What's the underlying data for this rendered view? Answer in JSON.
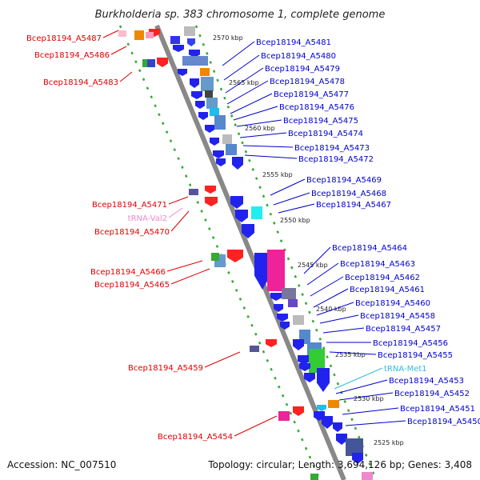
{
  "title": "Burkholderia sp. 383 chromosome 1, complete genome",
  "footer": {
    "accession": "Accession: NC_007510",
    "topology": "Topology: circular; Length: 3,694,126 bp; Genes: 3,408"
  },
  "colors": {
    "left_label": "#dd0000",
    "right_label": "#0000cc",
    "trna_label_left": "#ee88cc",
    "trna_label_right": "#33bbdd",
    "backbone": "#888888",
    "guide_dots": "#33aa33"
  },
  "kbp_ticks": [
    "2570 kbp",
    "2565 kbp",
    "2560 kbp",
    "2555 kbp",
    "2550 kbp",
    "2545 kbp",
    "2540 kbp",
    "2535 kbp",
    "2530 kbp",
    "2525 kbp"
  ],
  "left_labels": [
    {
      "text": "Bcep18194_A5487",
      "kind": "gene"
    },
    {
      "text": "Bcep18194_A5486",
      "kind": "gene"
    },
    {
      "text": "Bcep18194_A5483",
      "kind": "gene"
    },
    {
      "text": "Bcep18194_A5471",
      "kind": "gene"
    },
    {
      "text": "tRNA-Val2",
      "kind": "trna"
    },
    {
      "text": "Bcep18194_A5470",
      "kind": "gene"
    },
    {
      "text": "Bcep18194_A5466",
      "kind": "gene"
    },
    {
      "text": "Bcep18194_A5465",
      "kind": "gene"
    },
    {
      "text": "Bcep18194_A5459",
      "kind": "gene"
    },
    {
      "text": "Bcep18194_A5454",
      "kind": "gene"
    }
  ],
  "right_labels": [
    {
      "text": "Bcep18194_A5481",
      "kind": "gene"
    },
    {
      "text": "Bcep18194_A5480",
      "kind": "gene"
    },
    {
      "text": "Bcep18194_A5479",
      "kind": "gene"
    },
    {
      "text": "Bcep18194_A5478",
      "kind": "gene"
    },
    {
      "text": "Bcep18194_A5477",
      "kind": "gene"
    },
    {
      "text": "Bcep18194_A5476",
      "kind": "gene"
    },
    {
      "text": "Bcep18194_A5475",
      "kind": "gene"
    },
    {
      "text": "Bcep18194_A5474",
      "kind": "gene"
    },
    {
      "text": "Bcep18194_A5473",
      "kind": "gene"
    },
    {
      "text": "Bcep18194_A5472",
      "kind": "gene"
    },
    {
      "text": "Bcep18194_A5469",
      "kind": "gene"
    },
    {
      "text": "Bcep18194_A5468",
      "kind": "gene"
    },
    {
      "text": "Bcep18194_A5467",
      "kind": "gene"
    },
    {
      "text": "Bcep18194_A5464",
      "kind": "gene"
    },
    {
      "text": "Bcep18194_A5463",
      "kind": "gene"
    },
    {
      "text": "Bcep18194_A5462",
      "kind": "gene"
    },
    {
      "text": "Bcep18194_A5461",
      "kind": "gene"
    },
    {
      "text": "Bcep18194_A5460",
      "kind": "gene"
    },
    {
      "text": "Bcep18194_A5458",
      "kind": "gene"
    },
    {
      "text": "Bcep18194_A5457",
      "kind": "gene"
    },
    {
      "text": "Bcep18194_A5456",
      "kind": "gene"
    },
    {
      "text": "Bcep18194_A5455",
      "kind": "gene"
    },
    {
      "text": "tRNA-Met1",
      "kind": "trna"
    },
    {
      "text": "Bcep18194_A5453",
      "kind": "gene"
    },
    {
      "text": "Bcep18194_A5452",
      "kind": "gene"
    },
    {
      "text": "Bcep18194_A5451",
      "kind": "gene"
    },
    {
      "text": "Bcep18194_A5450",
      "kind": "gene"
    }
  ]
}
